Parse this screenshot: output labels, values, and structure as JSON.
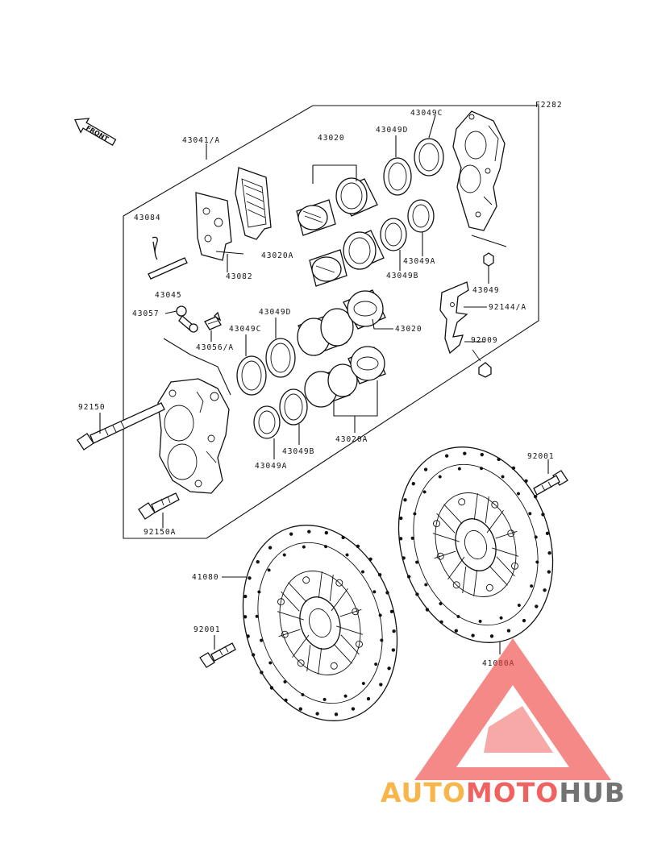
{
  "figure_code": "F2282",
  "front_marker": "FRONT",
  "labels": {
    "caliper_assy": "43041/A",
    "piston_group_top": "43020",
    "seal_c_top": "43049C",
    "seal_d_top": "43049D",
    "pin_clip": "43084",
    "pad_set": "43082",
    "pin": "43045",
    "piston_a_top": "43020A",
    "seal_b_top": "43049B",
    "seal_a_top": "43049A",
    "nut": "43049",
    "bracket": "92144/A",
    "bolt_small": "92009",
    "bleeder_cap": "43057",
    "bleeder_valve": "43056/A",
    "seal_c_mid": "43049C",
    "seal_d_mid": "43049D",
    "piston_group_mid": "43020",
    "bolt_top": "92150",
    "seal_b_low": "43049B",
    "piston_a_low": "43020A",
    "seal_a_low": "43049A",
    "bolt_bottom": "92150A",
    "disc_bolt_right": "92001",
    "disc_left": "41080",
    "disc_bolt_left": "92001",
    "disc_right": "41080A"
  },
  "watermark": {
    "part1": "AUTO",
    "part2": "MOTO",
    "part3": "HUB",
    "color_orange": "#f6a623",
    "color_red": "#ee3f3c",
    "color_gray": "#555555"
  }
}
